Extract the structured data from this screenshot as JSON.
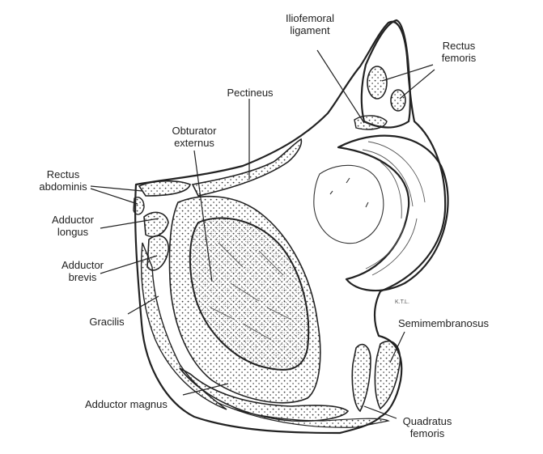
{
  "figure": {
    "labels": {
      "iliofemoral_ligament": [
        "Iliofemoral",
        "ligament"
      ],
      "rectus_femoris": [
        "Rectus",
        "femoris"
      ],
      "pectineus": [
        "Pectineus"
      ],
      "obturator_externus": [
        "Obturator",
        "externus"
      ],
      "rectus_abdominis": [
        "Rectus",
        "abdominis"
      ],
      "adductor_longus": [
        "Adductor",
        "longus"
      ],
      "adductor_brevis": [
        "Adductor",
        "brevis"
      ],
      "gracilis": [
        "Gracilis"
      ],
      "semimembranosus": [
        "Semimembranosus"
      ],
      "adductor_magnus": [
        "Adductor magnus"
      ],
      "quadratus_femoris": [
        "Quadratus",
        "femoris"
      ]
    },
    "artist_initials": "K.T.L.",
    "colors": {
      "ink": "#222222",
      "stipple": "#333333",
      "paper": "#ffffff"
    }
  }
}
